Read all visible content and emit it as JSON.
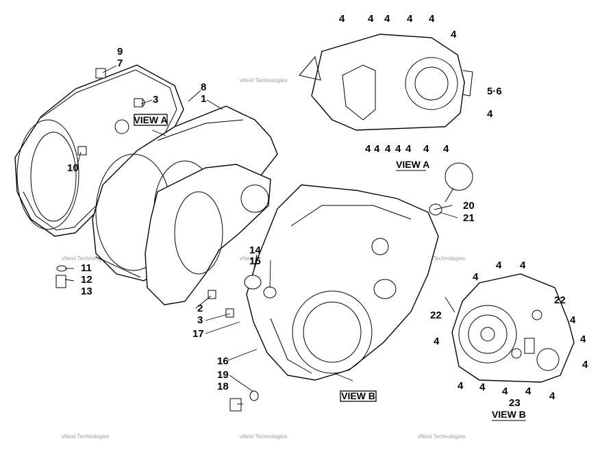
{
  "labels": {
    "p9": "9",
    "p7": "7",
    "p3a": "3",
    "p8": "8",
    "p1": "1",
    "p10": "10",
    "p11": "11",
    "p12": "12",
    "p13": "13",
    "p14": "14",
    "p15": "15",
    "p2": "2",
    "p3b": "3",
    "p17": "17",
    "p16": "16",
    "p19": "19",
    "p18": "18",
    "p20": "20",
    "p21": "21",
    "p5_6": "5·6",
    "p22a": "22",
    "p22b": "22",
    "p23": "23",
    "four": "4"
  },
  "view_labels": {
    "view_a_box": "VIEW A",
    "view_a_title": "VIEW A",
    "view_b_box": "VIEW B",
    "view_b_title": "VIEW B"
  },
  "watermark": "vNext Technologies"
}
